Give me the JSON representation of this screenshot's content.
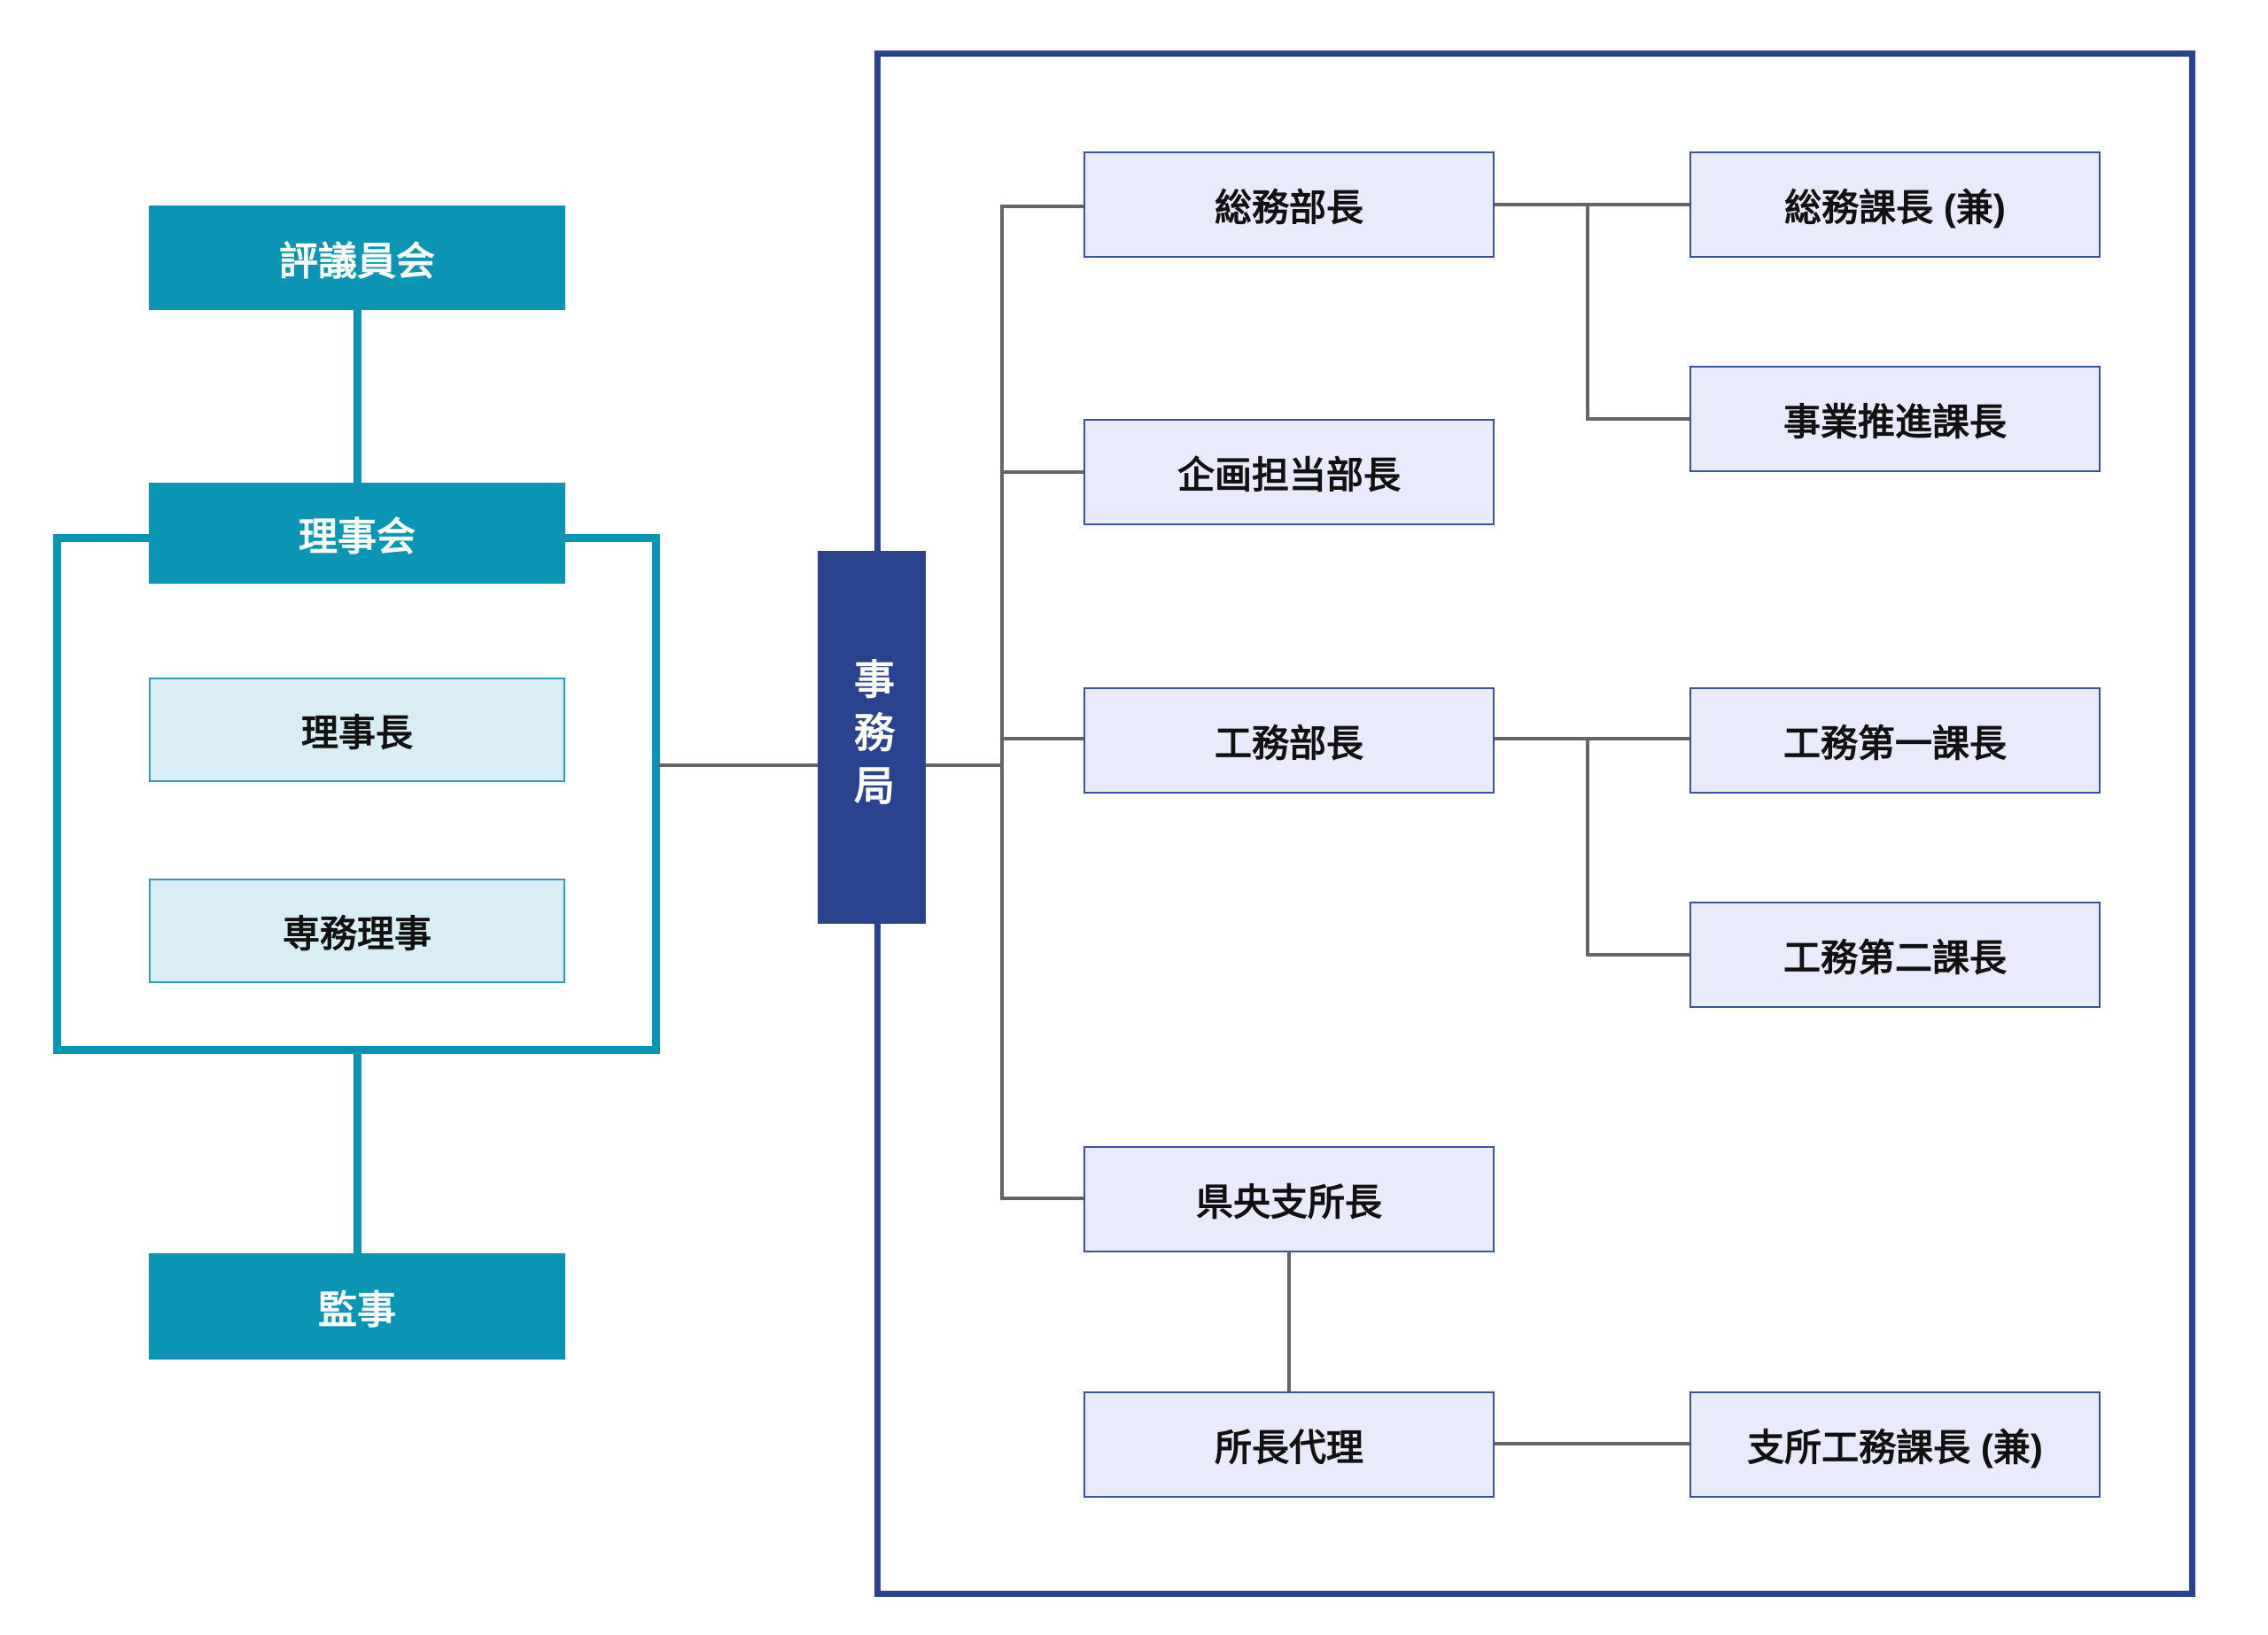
{
  "diagram": {
    "title_hint": "organization-chart",
    "governance": {
      "council": "評議員会",
      "board": "理事会",
      "chairman": "理事長",
      "managing_director": "専務理事",
      "auditor": "監事"
    },
    "secretariat": {
      "label": "事務局"
    },
    "positions": {
      "general_affairs_dept_head": "総務部長",
      "general_affairs_sec_head": "総務課長 (兼)",
      "business_promotion_sec_head": "事業推進課長",
      "planning_dept_head": "企画担当部長",
      "engineering_dept_head": "工務部長",
      "engineering_sec1_head": "工務第一課長",
      "engineering_sec2_head": "工務第二課長",
      "kenou_branch_head": "県央支所長",
      "deputy_branch_head": "所長代理",
      "branch_engineering_sec_head": "支所工務課長 (兼)"
    },
    "colors": {
      "teal": "#0b95b5",
      "teal_light_fill": "#d9edf4",
      "navy": "#2a438f",
      "navy_box_border": "#3a53a0",
      "lavender_fill": "#e9eafb",
      "connector_gray": "#666666",
      "text_dark": "#111111",
      "text_light": "#ffffff"
    }
  }
}
